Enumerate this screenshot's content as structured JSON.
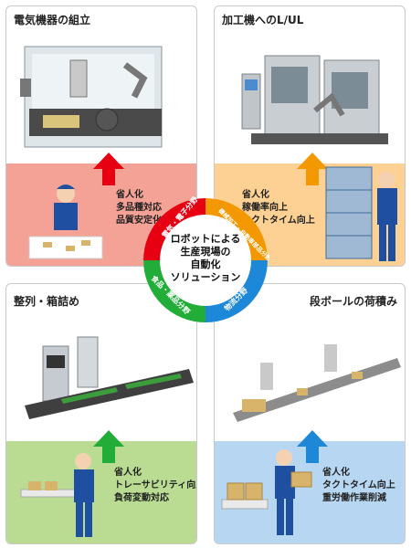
{
  "panels": {
    "tl": {
      "title": "電気機器の組立",
      "bullets": [
        "省人化",
        "多品種対応",
        "品質安定化"
      ],
      "band_color": "#f28b7e"
    },
    "tr": {
      "title": "加工機へのL/UL",
      "bullets": [
        "省人化",
        "稼働率向上",
        "タクトタイム向上"
      ],
      "band_color": "#fbc87a"
    },
    "bl": {
      "title": "整列・箱詰め",
      "bullets": [
        "省人化",
        "トレーサビリティ向上",
        "負荷変動対応"
      ],
      "band_color": "#a9d47c"
    },
    "br": {
      "title": "段ボールの荷積み",
      "bullets": [
        "省人化",
        "タクトタイム向上",
        "重労働作業削減"
      ],
      "band_color": "#a8cdee"
    }
  },
  "center": {
    "lines": [
      "ロボットによる",
      "生産現場の",
      "自動化",
      "ソリューション"
    ],
    "ring_labels": {
      "electric": "電気・電子分野",
      "machining": "機械加工・自動車部品分野",
      "food": "食品・薬品分野",
      "logistics": "物流分野"
    }
  },
  "colors": {
    "red": "#e60012",
    "orange": "#f39800",
    "green": "#22ac38",
    "blue": "#1e88d8"
  }
}
